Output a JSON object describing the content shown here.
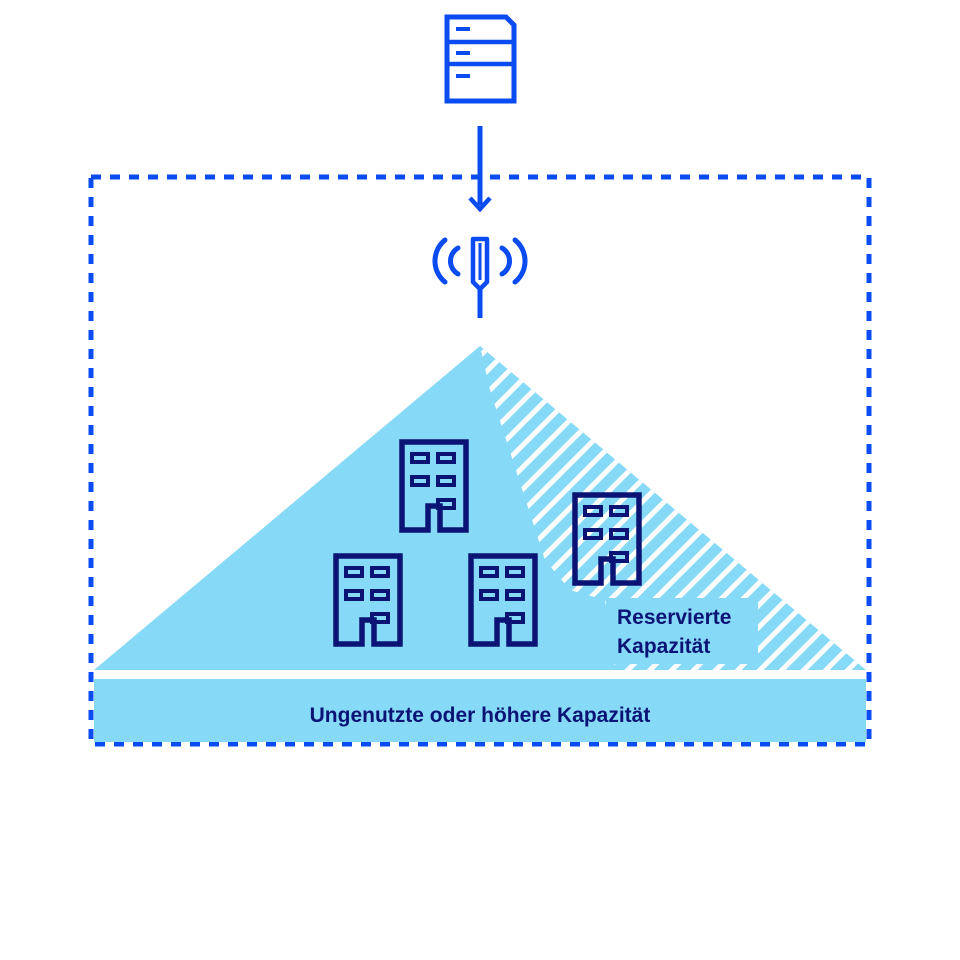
{
  "labels": {
    "reserved_line1": "Reservierte",
    "reserved_line2": "Kapazität",
    "unused": "Ungenutzte oder höhere Kapazität"
  },
  "icons": {
    "server": "server-icon",
    "antenna": "antenna-icon",
    "building": "building-icon",
    "arrow": "arrow-down-icon"
  },
  "colors": {
    "primary": "#0a4cf2",
    "navy": "#0b1475",
    "light_blue": "#86d9f7",
    "white": "#ffffff"
  }
}
